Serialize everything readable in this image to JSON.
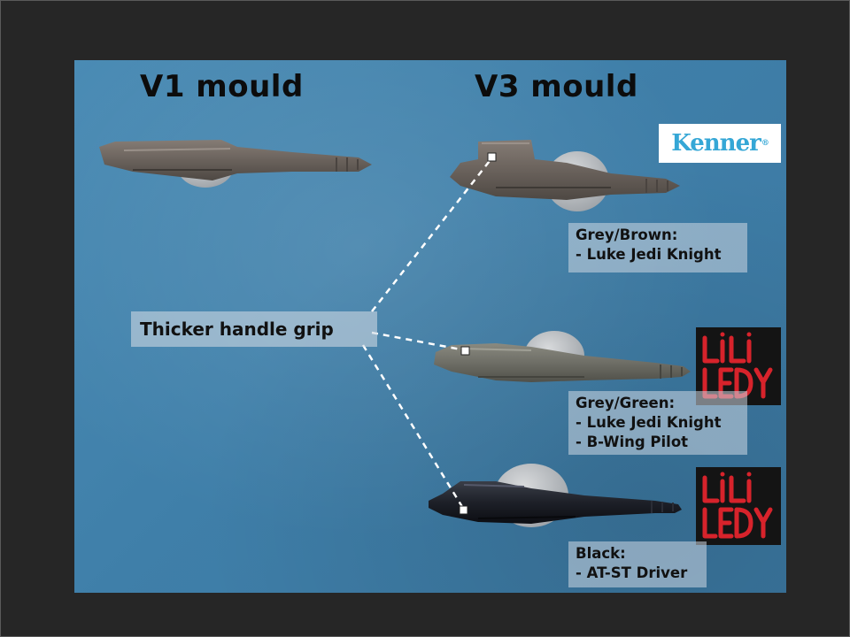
{
  "headings": {
    "v1": "V1 mould",
    "v3": "V3 mould"
  },
  "callout": {
    "text": "Thicker handle grip"
  },
  "labels": {
    "grey_brown": {
      "title": "Grey/Brown:",
      "items": [
        "- Luke Jedi Knight"
      ]
    },
    "grey_green": {
      "title": "Grey/Green:",
      "items": [
        "- Luke Jedi Knight",
        "- B-Wing Pilot"
      ]
    },
    "black": {
      "title": "Black:",
      "items": [
        "- AT-ST Driver"
      ]
    }
  },
  "logos": {
    "kenner": "Kenner",
    "lili_ledy": "LiLi LEDY"
  },
  "colors": {
    "background_blue": "#4183ad",
    "frame": "#262626",
    "lightsaber_grey_brown": "#6e6660",
    "lightsaber_grey_green": "#6a6a62",
    "lightsaber_black": "#1b1e26",
    "kenner_blue": "#35a7d6",
    "lili_ledy_red": "#d7232b"
  }
}
